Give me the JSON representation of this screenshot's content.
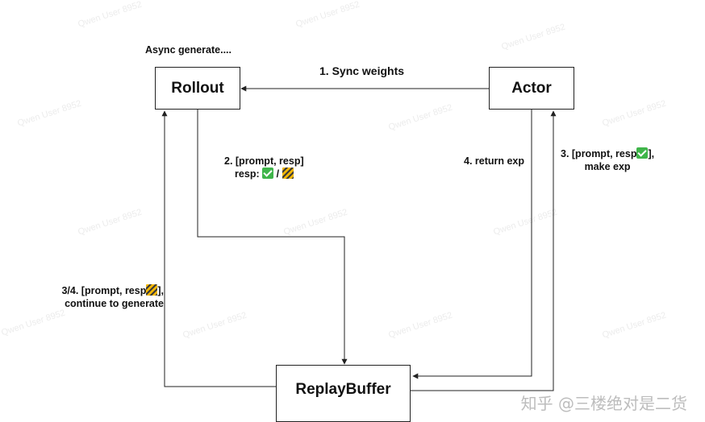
{
  "nodes": {
    "rollout": "Rollout",
    "actor": "Actor",
    "replay_buffer": "ReplayBuffer"
  },
  "labels": {
    "async_generate": "Async generate....",
    "sync_weights": "1. Sync weights",
    "prompt_resp_line1": "2. [prompt, resp]",
    "prompt_resp_line2_prefix": "resp:",
    "prompt_resp_line2_sep": "/",
    "return_exp": "4. return exp",
    "actor_in_line1_prefix": "3. [prompt, resp",
    "actor_in_line1_suffix": "],",
    "actor_in_line2": "make exp",
    "continue_line1_prefix": "3/4. [prompt, resp",
    "continue_line1_suffix": "],",
    "continue_line2": "continue to generate"
  },
  "icons": {
    "done": "check-mark-icon",
    "in_progress": "construction-icon"
  },
  "colors": {
    "line": "#222222",
    "check": "#3fb54a",
    "construction_yellow": "#f2b705"
  },
  "watermark": {
    "repeat_text": "Qwen User 8952",
    "site": "知乎 @三楼绝对是二货"
  }
}
